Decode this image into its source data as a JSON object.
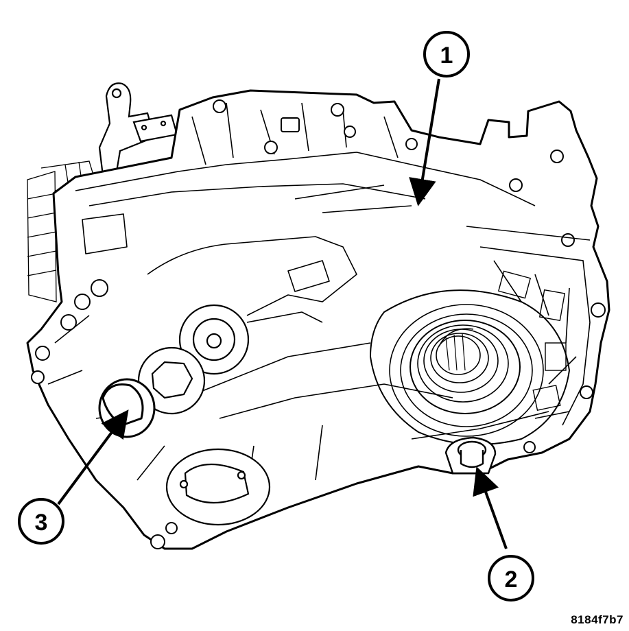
{
  "figure": {
    "figure_id": "8184f7b7",
    "callouts": [
      {
        "label": "1"
      },
      {
        "label": "2"
      },
      {
        "label": "3"
      }
    ]
  },
  "colors": {
    "stroke": "#000000",
    "fill": "#ffffff"
  },
  "icons": {
    "arrow": "arrow-icon",
    "callout": "callout-circle-icon"
  }
}
